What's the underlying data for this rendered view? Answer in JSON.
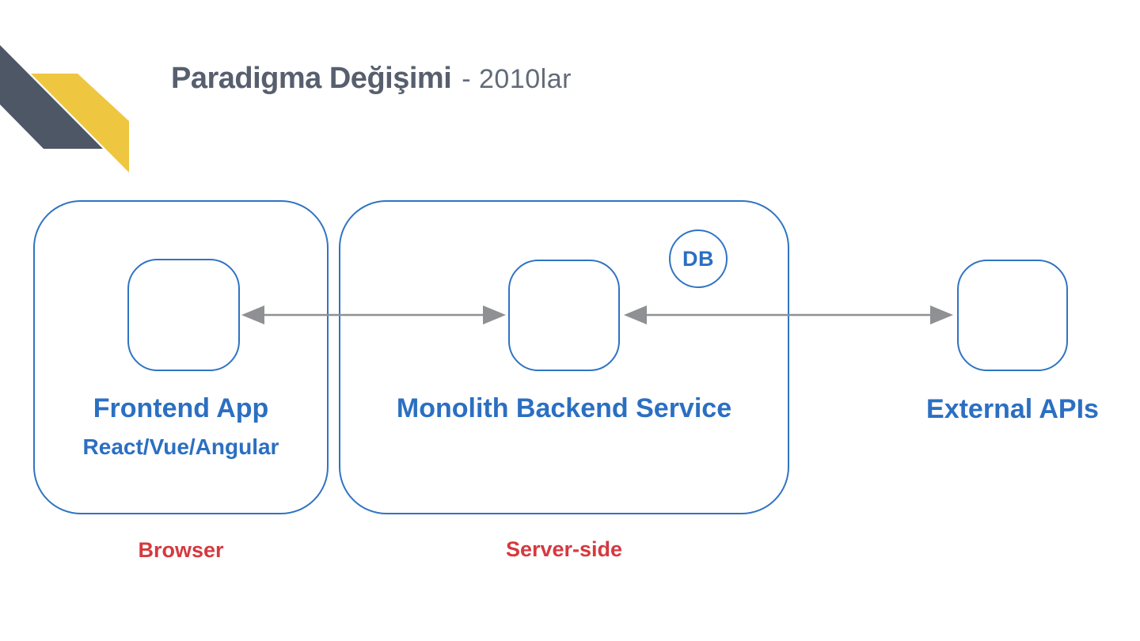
{
  "title": {
    "main": "Paradigma Değişimi",
    "era": "- 2010lar"
  },
  "diagram": {
    "frontend": {
      "label": "Frontend App",
      "stack": "React/Vue/Angular",
      "zone": "Browser"
    },
    "monolith": {
      "label": "Monolith Backend Service",
      "db": "DB",
      "zone": "Server-side"
    },
    "external": {
      "label": "External APIs"
    },
    "connections": [
      {
        "from": "Frontend App",
        "to": "Monolith Backend Service",
        "type": "bidirectional-arrow"
      },
      {
        "from": "Monolith Backend Service",
        "to": "External APIs",
        "type": "bidirectional-arrow"
      }
    ]
  },
  "colors": {
    "background": "#ffffff",
    "title_dark": "#575f6e",
    "era_gray": "#626b78",
    "box_border_blue": "#2f74c3",
    "label_blue": "#2b6fc2",
    "zone_red": "#d5393f",
    "arrow_gray": "#8f9093",
    "ribbon_dark": "#4d5766",
    "ribbon_yellow": "#eec640"
  }
}
